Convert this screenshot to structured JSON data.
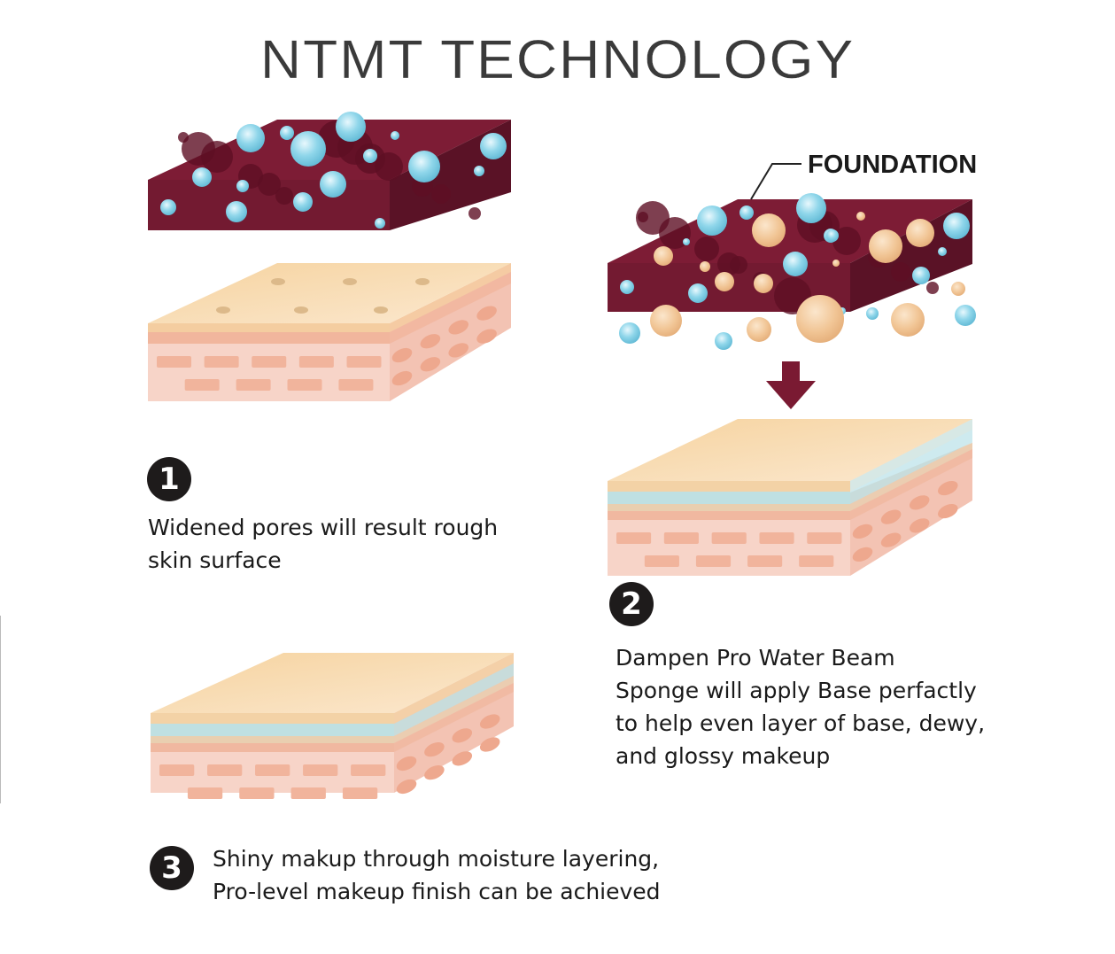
{
  "title": "NTMT TECHNOLOGY",
  "foundation_label": "FOUNDATION",
  "steps": [
    {
      "number": "1",
      "lines": [
        "Widened pores will result rough",
        "skin surface"
      ]
    },
    {
      "number": "2",
      "lines": [
        "Dampen Pro Water Beam",
        "Sponge will apply Base perfactly",
        "to help even layer of base, dewy,",
        "and glossy makeup"
      ]
    },
    {
      "number": "3",
      "lines": [
        "Shiny makup through moisture layering,",
        "Pro-level makeup finish can be achieved"
      ]
    }
  ],
  "colors": {
    "sponge": "#7a1a32",
    "water": "#8fd6ea",
    "foundation": "#f1c595",
    "skin_top": "#f7d6aa",
    "skin_body": "#f7d4c8",
    "brick": "#f1b49c"
  }
}
